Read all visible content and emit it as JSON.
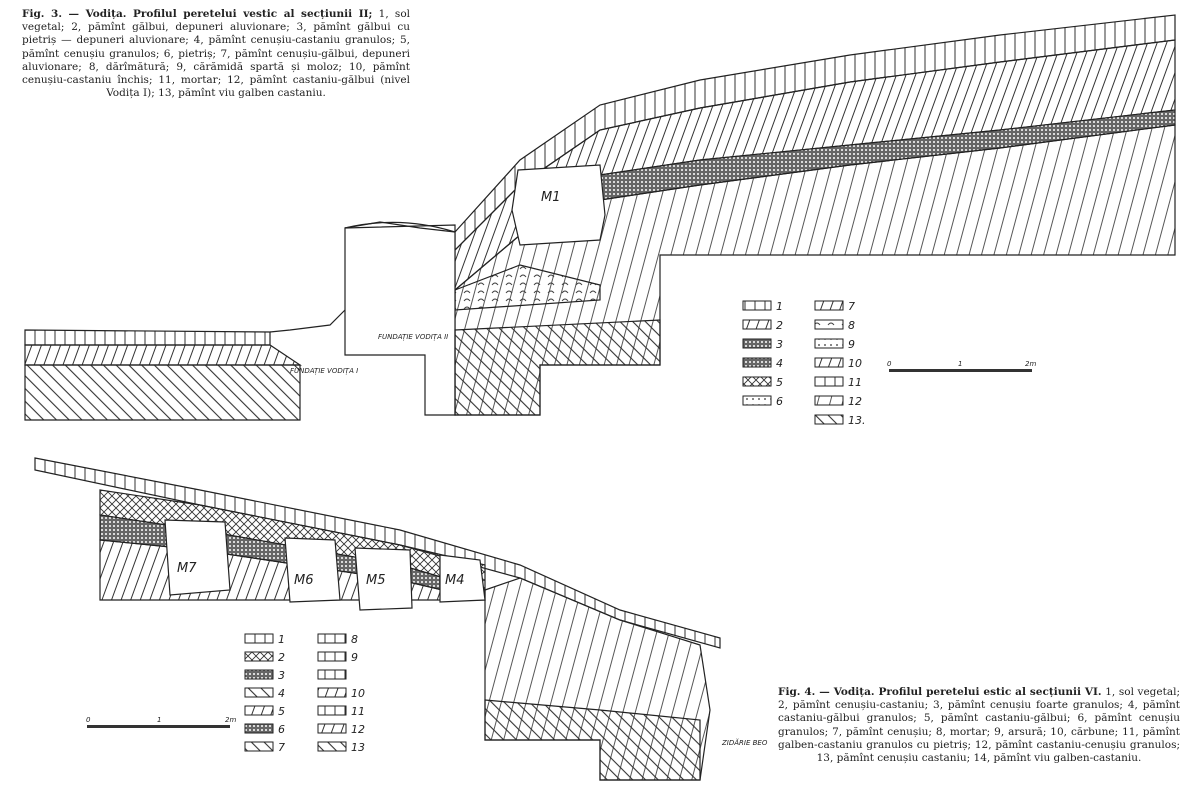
{
  "fig3": {
    "caption_title": "Fig. 3. — Vodița. Profilul peretelui vestic al secțiunii II;",
    "caption_body": "1, sol vegetal; 2, pămînt gălbui, depuneri aluvionare; 3, pămînt gălbui cu pietriș — depuneri aluvionare; 4, pămînt cenușiu-castaniu granulos; 5, pămînt cenușiu granulos; 6, pietriș; 7, pămînt cenușiu-gălbui, depuneri aluvionare; 8, dărîmătură; 9, cărămidă spartă și moloz; 10, pămînt cenușiu-castaniu închis; 11, mortar; 12, pămînt castaniu-gălbui (nivel Vodița I); 13, pămînt viu galben castaniu.",
    "labels": {
      "pit": "M1",
      "foundation_2": "FUNDAȚIE VODIȚA II",
      "foundation_1": "FUNDAȚIE VODIȚA I"
    },
    "legend": [
      "1",
      "2",
      "3",
      "4",
      "5",
      "6",
      "7",
      "8",
      "9",
      "10",
      "11",
      "12",
      "13."
    ],
    "scale": {
      "start": "0",
      "mid": "1",
      "end": "2m"
    }
  },
  "fig4": {
    "caption_title": "Fig. 4. — Vodița. Profilul peretelui estic al secțiunii VI.",
    "caption_body": "1, sol vegetal; 2, pămînt cenușiu-castaniu; 3, pămînt cenușiu foarte granulos; 4, pămînt castaniu-gălbui granulos; 5, pămînt castaniu-gălbui; 6, pămînt cenușiu granulos; 7, pămînt cenușiu; 8, mortar; 9, arsură; 10, cărbune; 11, pămînt galben-castaniu granulos cu pietriș; 12, pămînt castaniu-cenușiu granulos; 13, pămînt cenușiu castaniu; 14, pămînt viu galben-castaniu.",
    "labels": {
      "pits": [
        "M7",
        "M6",
        "M5",
        "M4"
      ],
      "wall": "ZIDĂRIE BEO"
    },
    "legend_left": [
      "1",
      "2",
      "3",
      "4",
      "5",
      "6",
      "7"
    ],
    "legend_right": [
      "8",
      "9",
      "",
      "10",
      "11",
      "12",
      "13"
    ],
    "scale": {
      "start": "0",
      "mid": "1",
      "end": "2m"
    }
  }
}
